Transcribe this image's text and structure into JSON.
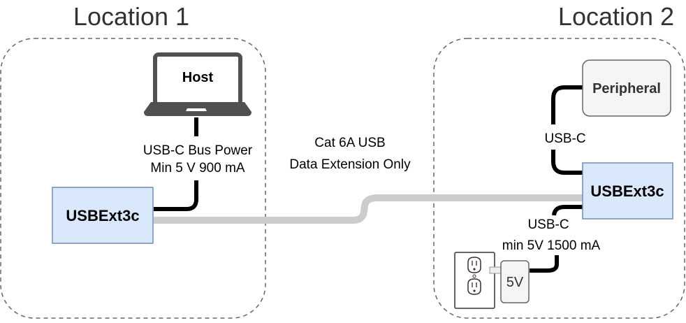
{
  "locations": [
    {
      "title": "Location 1"
    },
    {
      "title": "Location 2"
    }
  ],
  "devices": {
    "host": {
      "label": "Host"
    },
    "extender_local": {
      "label": "USBExt3c"
    },
    "extender_remote": {
      "label": "USBExt3c"
    },
    "peripheral": {
      "label": "Peripheral"
    },
    "power_adapter": {
      "label": "5V"
    }
  },
  "connections": {
    "host_power": {
      "line1": "USB-C Bus Power",
      "line2": "Min 5 V 900 mA"
    },
    "extension": {
      "line1": "Cat 6A USB",
      "line2": "Data Extension Only"
    },
    "peripheral_link": {
      "label": "USB-C"
    },
    "remote_power": {
      "line1": "USB-C",
      "line2": "min 5V 1500 mA"
    }
  },
  "colors": {
    "extender_fill": "#dae8fc",
    "extender_stroke": "#6c8ebf",
    "peripheral_fill": "#f5f5f5",
    "peripheral_stroke": "#666666",
    "usb_cable": "#000000",
    "cat6_cable": "#cccccc",
    "laptop": "#505050",
    "zone_border": "#666666"
  }
}
